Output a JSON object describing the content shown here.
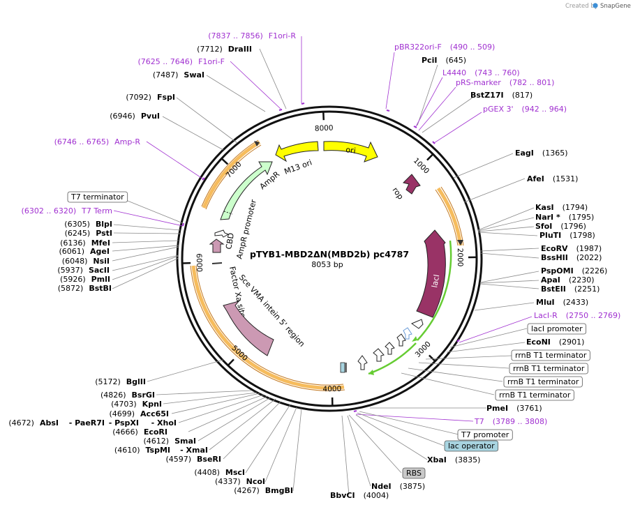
{
  "app": {
    "credit": "Created by",
    "brand": "SnapGene",
    "brand_color": "#3d8fd6"
  },
  "plasmid": {
    "name": "pTYB1-MBD2ΔN(MBD2b) pc4787",
    "size": "8053 bp",
    "length": 8053
  },
  "ring_ticks": [
    {
      "pos": 1000,
      "label": "1000"
    },
    {
      "pos": 2000,
      "label": "2000"
    },
    {
      "pos": 3000,
      "label": "3000"
    },
    {
      "pos": 4000,
      "label": "4000"
    },
    {
      "pos": 5000,
      "label": "5000"
    },
    {
      "pos": 6000,
      "label": "6000"
    },
    {
      "pos": 7000,
      "label": "7000"
    },
    {
      "pos": 8000,
      "label": "8000"
    }
  ],
  "features": {
    "ori": "ori",
    "m13_ori": "M13 ori",
    "ampr": "AmpR",
    "ampr_promoter": "AmpR promoter",
    "rop": "rop",
    "laci": "lacI",
    "cbd": "CBD",
    "factor_xa": "Factor Xa site",
    "sce_vma": "Sce VMA intein 5' region"
  },
  "right_labels": [
    {
      "pos": "(490 .. 509)",
      "name": "pBR322ori-F",
      "kind": "primer"
    },
    {
      "pos": "(645)",
      "name": "PciI",
      "kind": "enzyme"
    },
    {
      "pos": "(743 .. 760)",
      "name": "L4440",
      "kind": "primer"
    },
    {
      "pos": "(782 .. 801)",
      "name": "pRS-marker",
      "kind": "primer"
    },
    {
      "pos": "(817)",
      "name": "BstZ17I",
      "kind": "enzyme"
    },
    {
      "pos": "(942 .. 964)",
      "name": "pGEX 3'",
      "kind": "primer"
    },
    {
      "pos": "(1365)",
      "name": "EagI",
      "kind": "enzyme"
    },
    {
      "pos": "(1531)",
      "name": "AfeI",
      "kind": "enzyme"
    },
    {
      "pos": "(1794)",
      "name": "KasI",
      "kind": "enzyme"
    },
    {
      "pos": "(1795)",
      "name": "NarI *",
      "kind": "enzyme"
    },
    {
      "pos": "(1796)",
      "name": "SfoI",
      "kind": "enzyme"
    },
    {
      "pos": "(1798)",
      "name": "PluTI",
      "kind": "enzyme"
    },
    {
      "pos": "(1987)",
      "name": "EcoRV",
      "kind": "enzyme"
    },
    {
      "pos": "(2022)",
      "name": "BssHII",
      "kind": "enzyme"
    },
    {
      "pos": "(2226)",
      "name": "PspOMI",
      "kind": "enzyme"
    },
    {
      "pos": "(2230)",
      "name": "ApaI",
      "kind": "enzyme"
    },
    {
      "pos": "(2251)",
      "name": "BstEII",
      "kind": "enzyme"
    },
    {
      "pos": "(2433)",
      "name": "MluI",
      "kind": "enzyme"
    },
    {
      "pos": "(2750 .. 2769)",
      "name": "LacI-R",
      "kind": "primer"
    },
    {
      "name": "lacI promoter",
      "kind": "box"
    },
    {
      "pos": "(2901)",
      "name": "EcoNI",
      "kind": "enzyme"
    },
    {
      "name": "rrnB T1 terminator",
      "kind": "box"
    },
    {
      "name": "rrnB T1 terminator",
      "kind": "box"
    },
    {
      "name": "rrnB T1 terminator",
      "kind": "box"
    },
    {
      "name": "rrnB T1 terminator",
      "kind": "box"
    },
    {
      "pos": "(3761)",
      "name": "PmeI",
      "kind": "enzyme"
    },
    {
      "pos": "(3789 .. 3808)",
      "name": "T7",
      "kind": "primer"
    },
    {
      "name": "T7 promoter",
      "kind": "box"
    },
    {
      "name": "lac operator",
      "kind": "box-blue"
    },
    {
      "pos": "(3835)",
      "name": "XbaI",
      "kind": "enzyme"
    },
    {
      "name": "RBS",
      "kind": "box-gray"
    },
    {
      "pos": "(3875)",
      "name": "NdeI",
      "kind": "enzyme"
    },
    {
      "pos": "(4004)",
      "name": "BbvCI",
      "kind": "enzyme"
    }
  ],
  "left_labels": [
    {
      "pos": "(7837 .. 7856)",
      "name": "F1ori-R",
      "kind": "primer"
    },
    {
      "pos": "(7712)",
      "name": "DraIII",
      "kind": "enzyme"
    },
    {
      "pos": "(7625 .. 7646)",
      "name": "F1ori-F",
      "kind": "primer"
    },
    {
      "pos": "(7487)",
      "name": "SwaI",
      "kind": "enzyme"
    },
    {
      "pos": "(7092)",
      "name": "FspI",
      "kind": "enzyme"
    },
    {
      "pos": "(6946)",
      "name": "PvuI",
      "kind": "enzyme"
    },
    {
      "pos": "(6746 .. 6765)",
      "name": "Amp-R",
      "kind": "primer"
    },
    {
      "name": "T7 terminator",
      "kind": "box"
    },
    {
      "pos": "(6302 .. 6320)",
      "name": "T7 Term",
      "kind": "primer"
    },
    {
      "pos": "(6305)",
      "name": "BlpI",
      "kind": "enzyme"
    },
    {
      "pos": "(6245)",
      "name": "PstI",
      "kind": "enzyme"
    },
    {
      "pos": "(6136)",
      "name": "MfeI",
      "kind": "enzyme"
    },
    {
      "pos": "(6061)",
      "name": "AgeI",
      "kind": "enzyme"
    },
    {
      "pos": "(6048)",
      "name": "NsiI",
      "kind": "enzyme"
    },
    {
      "pos": "(5937)",
      "name": "SacII",
      "kind": "enzyme"
    },
    {
      "pos": "(5926)",
      "name": "PmlI",
      "kind": "enzyme"
    },
    {
      "pos": "(5872)",
      "name": "BstBI",
      "kind": "enzyme"
    },
    {
      "pos": "(5172)",
      "name": "BglII",
      "kind": "enzyme"
    },
    {
      "pos": "(4826)",
      "name": "BsrGI",
      "kind": "enzyme"
    },
    {
      "pos": "(4703)",
      "name": "KpnI",
      "kind": "enzyme"
    },
    {
      "pos": "(4699)",
      "name": "Acc65I",
      "kind": "enzyme"
    },
    {
      "pos": "(4672)",
      "name": "AbsI",
      "kind": "enzyme"
    },
    {
      "name": "- PaeR7I",
      "kind": "enzyme"
    },
    {
      "name": "- PspXI",
      "kind": "enzyme"
    },
    {
      "name": "- XhoI",
      "kind": "enzyme"
    },
    {
      "pos": "(4666)",
      "name": "EcoRI",
      "kind": "enzyme"
    },
    {
      "pos": "(4612)",
      "name": "SmaI",
      "kind": "enzyme"
    },
    {
      "pos": "(4610)",
      "name": "TspMI",
      "kind": "enzyme"
    },
    {
      "name": "- XmaI",
      "kind": "enzyme"
    },
    {
      "pos": "(4597)",
      "name": "BseRI",
      "kind": "enzyme"
    },
    {
      "pos": "(4408)",
      "name": "MscI",
      "kind": "enzyme"
    },
    {
      "pos": "(4337)",
      "name": "NcoI",
      "kind": "enzyme"
    },
    {
      "pos": "(4267)",
      "name": "BmgBI",
      "kind": "enzyme"
    }
  ],
  "colors": {
    "primer": "#a030d0",
    "ori": "#ffff00",
    "ampr": "#ccffcc",
    "rop": "#993366",
    "laci": "#993366",
    "sce_vma": "#cc99b3",
    "highlight_orange": "#f5b041",
    "green_line": "#66cc33",
    "lac_operator_bg": "#a8d4e0",
    "rbs_bg": "#c8c8c8"
  }
}
